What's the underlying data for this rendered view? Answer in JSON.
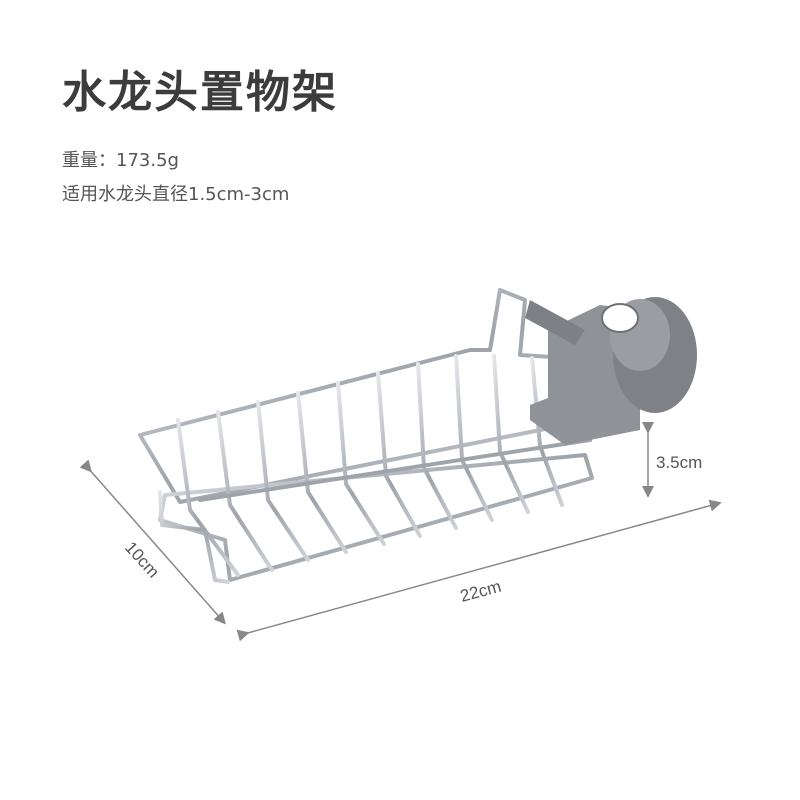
{
  "product": {
    "title": "水龙头置物架",
    "weight_line": "重量：173.5g",
    "fit_line": "适用水龙头直径1.5cm-3cm"
  },
  "dimensions": {
    "height": "3.5cm",
    "depth": "10cm",
    "length": "22cm"
  },
  "colors": {
    "text": "#3c3c3c",
    "wire": "#b8bcc2",
    "clamp": "#8a8d92",
    "dimension_line": "#888888"
  }
}
